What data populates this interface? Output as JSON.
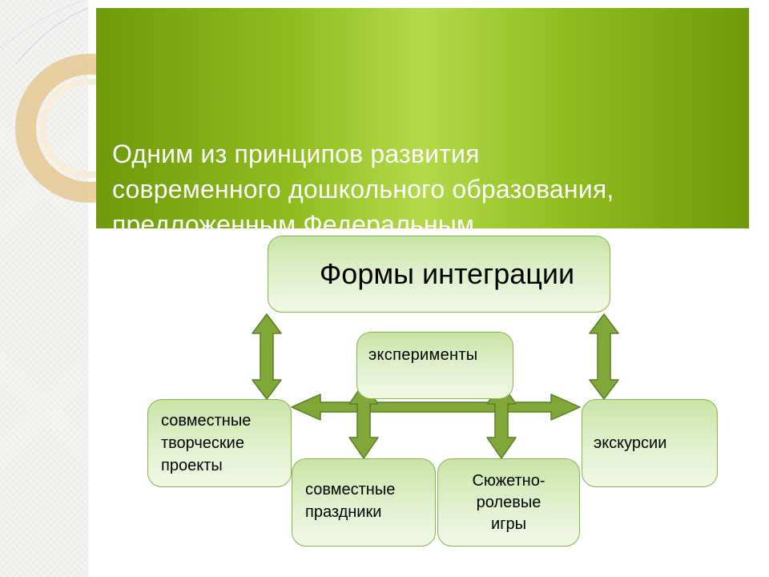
{
  "header": {
    "lines": [
      "Одним из принципов развития",
      "современного дошкольного образования,",
      "предложенным Федеральным"
    ]
  },
  "diagram": {
    "main": "Формы интеграции",
    "experiments": "эксперименты",
    "projects": [
      "совместные",
      "творческие",
      "проекты"
    ],
    "festivals": [
      "совместные",
      "праздники"
    ],
    "games": [
      "Сюжетно-",
      "ролевые",
      "игры"
    ],
    "excursions": "экскурсии"
  },
  "colors": {
    "header_dark": "#6f9a0a",
    "header_light": "#b3da4a",
    "box_fill": "#c9e4a6",
    "arrow_fill": "#7fa838",
    "arrow_stroke": "#5a7f24"
  }
}
